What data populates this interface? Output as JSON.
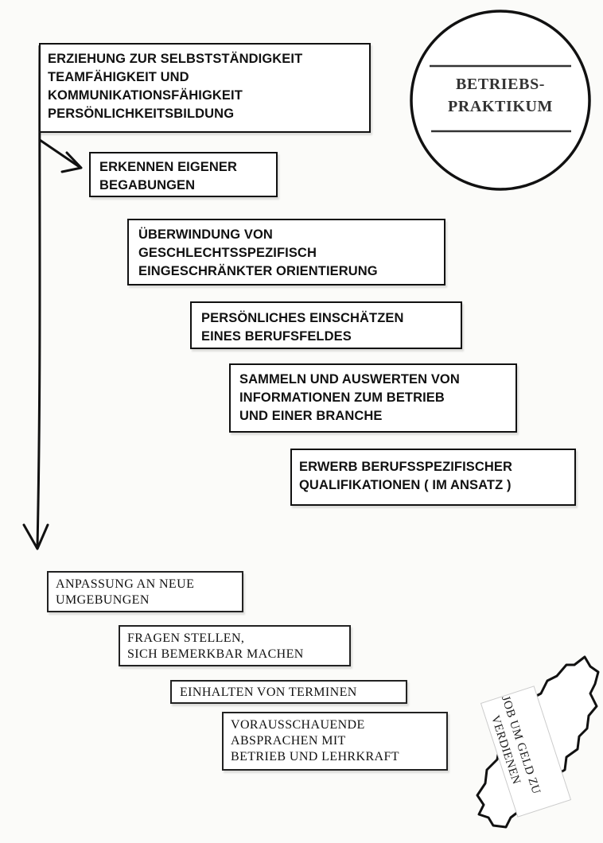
{
  "top_box": {
    "line1": "ERZIEHUNG ZUR SELBSTSTÄNDIGKEIT",
    "line2": "TEAMFÄHIGKEIT UND",
    "line3": "KOMMUNIKATIONSFÄHIGKEIT",
    "line4": "PERSÖNLICHKEITSBILDUNG"
  },
  "circle": {
    "line1": "BETRIEBS-",
    "line2": "PRAKTIKUM"
  },
  "steps": [
    {
      "line1": "ERKENNEN EIGENER",
      "line2": "BEGABUNGEN"
    },
    {
      "line1": "ÜBERWINDUNG VON",
      "line2": "GESCHLECHTSSPEZIFISCH",
      "line3": "EINGESCHRÄNKTER ORIENTIERUNG"
    },
    {
      "line1": "PERSÖNLICHES EINSCHÄTZEN",
      "line2": "EINES BERUFSFELDES"
    },
    {
      "line1": "SAMMELN UND AUSWERTEN VON",
      "line2": "INFORMATIONEN ZUM BETRIEB",
      "line3": "UND EINER BRANCHE"
    },
    {
      "line1": "ERWERB BERUFSSPEZIFISCHER",
      "line2": "QUALIFIKATIONEN ( IM ANSATZ )"
    }
  ],
  "lower_steps": [
    {
      "line1": "ANPASSUNG AN NEUE",
      "line2": "UMGEBUNGEN"
    },
    {
      "line1": "FRAGEN STELLEN,",
      "line2": "SICH BEMERKBAR MACHEN"
    },
    {
      "line1": "EINHALTEN VON TERMINEN"
    },
    {
      "line1": "VORAUSSCHAUENDE",
      "line2": "ABSPRACHEN MIT",
      "line3": "BETRIEB UND LEHRKRAFT"
    }
  ],
  "badge": {
    "line1": "JOB UM GELD ZU",
    "line2": "VERDIENEN"
  }
}
